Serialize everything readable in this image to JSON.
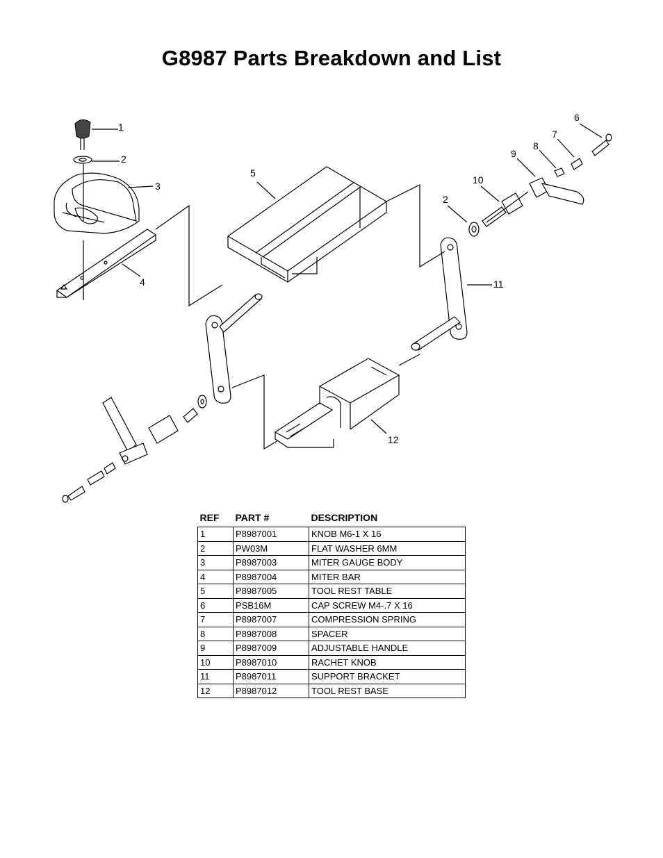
{
  "page": {
    "title": "G8987 Parts Breakdown and List"
  },
  "diagram": {
    "callouts": [
      "1",
      "2",
      "3",
      "4",
      "5",
      "6",
      "7",
      "8",
      "9",
      "10",
      "2",
      "11",
      "12"
    ]
  },
  "parts_table": {
    "headers": {
      "ref": "REF",
      "part": "PART #",
      "description": "DESCRIPTION"
    },
    "rows": [
      {
        "ref": "1",
        "part": "P8987001",
        "description": "KNOB M6-1 X 16"
      },
      {
        "ref": "2",
        "part": "PW03M",
        "description": "FLAT WASHER 6MM"
      },
      {
        "ref": "3",
        "part": "P8987003",
        "description": "MITER GAUGE BODY"
      },
      {
        "ref": "4",
        "part": "P8987004",
        "description": "MITER BAR"
      },
      {
        "ref": "5",
        "part": "P8987005",
        "description": "TOOL REST TABLE"
      },
      {
        "ref": "6",
        "part": "PSB16M",
        "description": "CAP SCREW M4-.7 X 16"
      },
      {
        "ref": "7",
        "part": "P8987007",
        "description": "COMPRESSION SPRING"
      },
      {
        "ref": "8",
        "part": "P8987008",
        "description": "SPACER"
      },
      {
        "ref": "9",
        "part": "P8987009",
        "description": "ADJUSTABLE HANDLE"
      },
      {
        "ref": "10",
        "part": "P8987010",
        "description": "RACHET KNOB"
      },
      {
        "ref": "11",
        "part": "P8987011",
        "description": "SUPPORT BRACKET"
      },
      {
        "ref": "12",
        "part": "P8987012",
        "description": "TOOL REST BASE"
      }
    ]
  }
}
